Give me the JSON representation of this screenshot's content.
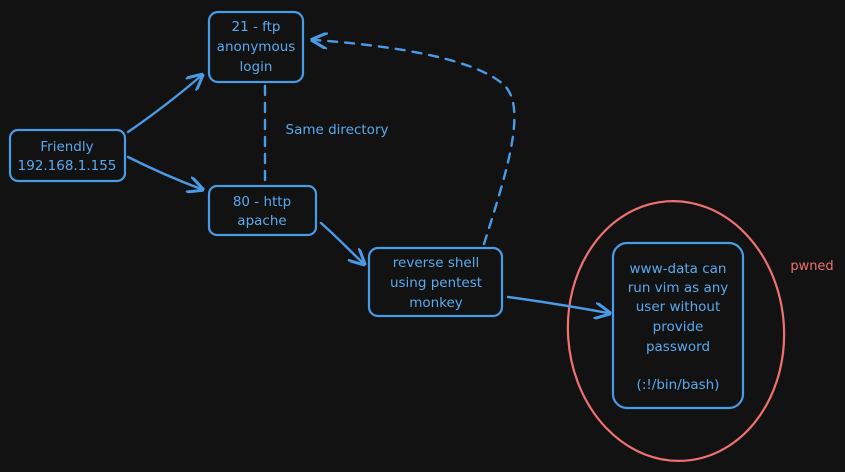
{
  "colors": {
    "background": "#121212",
    "node": "#4a9be6",
    "text": "#5aa9ee",
    "highlight": "#f07171"
  },
  "nodes": {
    "friendly": {
      "lines": [
        "Friendly",
        "192.168.1.155"
      ]
    },
    "ftp": {
      "lines": [
        "21 - ftp",
        "anonymous",
        "login"
      ]
    },
    "http": {
      "lines": [
        "80 - http",
        "apache"
      ]
    },
    "shell": {
      "lines": [
        "reverse shell",
        "using pentest",
        "monkey"
      ]
    },
    "privesc": {
      "lines": [
        "www-data can",
        "run vim as any",
        "user without",
        "provide",
        "password",
        "",
        "(:!/bin/bash)"
      ]
    }
  },
  "edges": {
    "same_directory_label": "Same directory"
  },
  "annotations": {
    "pwned": "pwned"
  }
}
